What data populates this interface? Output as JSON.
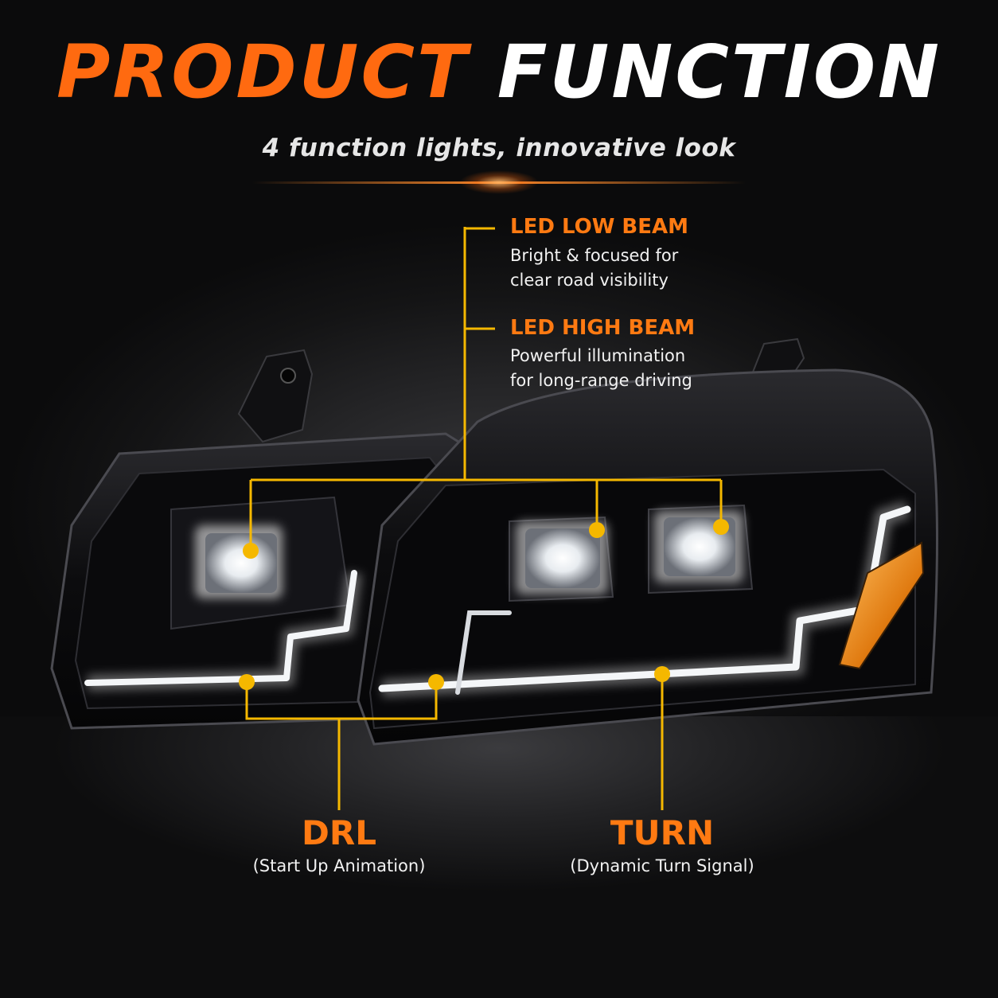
{
  "header": {
    "title_part1": "PRODUCT",
    "title_part2": "FUNCTION",
    "subtitle": "4 function lights, innovative look"
  },
  "features": {
    "low_beam": {
      "title": "LED LOW BEAM",
      "line1": "Bright & focused for",
      "line2": "clear road visibility"
    },
    "high_beam": {
      "title": "LED HIGH BEAM",
      "line1": "Powerful illumination",
      "line2": "for long-range driving"
    },
    "drl": {
      "title": "DRL",
      "desc": "(Start Up Animation)"
    },
    "turn": {
      "title": "TURN",
      "desc": "(Dynamic Turn Signal)"
    }
  },
  "icons": {
    "callout_dot": "callout-dot-icon"
  },
  "colors": {
    "accent_orange": "#ff6a10",
    "callout_yellow": "#f5b800",
    "background": "#0b0b0c"
  }
}
